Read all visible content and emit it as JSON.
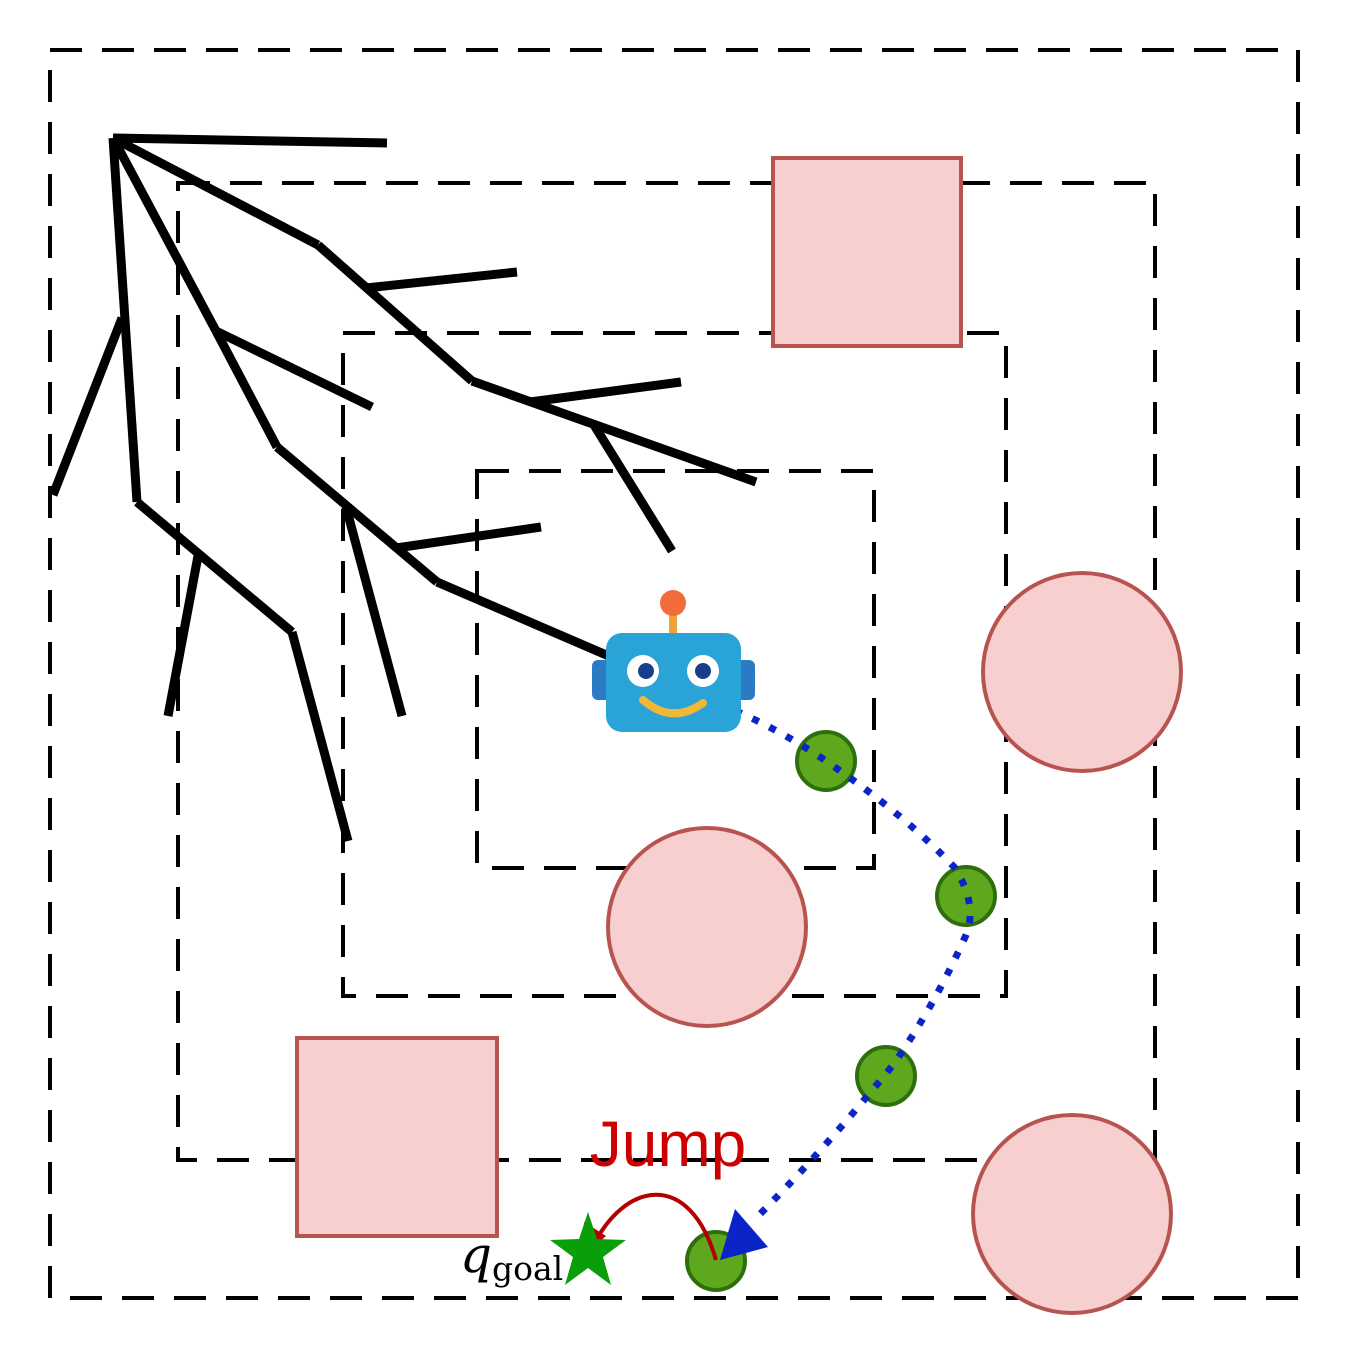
{
  "labels": {
    "jump": "Jump",
    "goal_symbol": "q",
    "goal_subscript": "goal"
  },
  "icons": {
    "robot": "robot-icon",
    "goal": "star-icon",
    "direction": "arrowhead-icon"
  },
  "colors": {
    "background": "#ffffff",
    "region_border": "#000000",
    "tree_branch": "#000000",
    "obstacle_fill": "#f7cfce",
    "obstacle_stroke": "#b85450",
    "waypoint_fill": "#5ea81d",
    "waypoint_stroke": "#2f6e0c",
    "trajectory": "#0b24c8",
    "jump_arc": "#b40000",
    "jump_text": "#cc0000",
    "goal_star": "#0a9e0a",
    "robot_body": "#2aa3d6",
    "robot_ears": "#2a7bc4",
    "robot_antenna": "#f0a33a",
    "robot_antenna_tip": "#f26b3a",
    "robot_smile": "#f0b83a",
    "robot_eye": "#1a3f8a"
  }
}
